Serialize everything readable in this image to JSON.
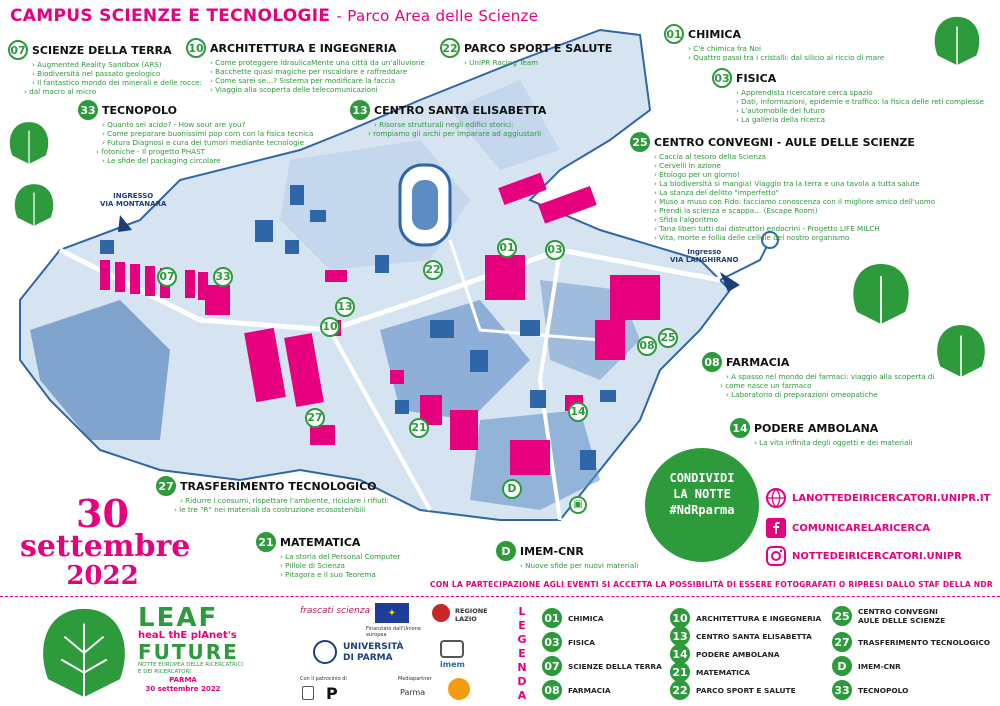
{
  "header": {
    "title": "CAMPUS SCIENZE E TECNOLOGIE",
    "subtitle": "- Parco Area delle Scienze"
  },
  "areas": {
    "a07": {
      "num": "07",
      "name": "SCIENZE DELLA TERRA",
      "items": [
        "Augmented Reality Sandbox (ARS)",
        "Biodiversità nel passato geologico",
        "Il fantastico mondo dei minerali e delle rocce:",
        "dal macro al micro"
      ]
    },
    "a10": {
      "num": "10",
      "name": "ARCHITETTURA E INGEGNERIA",
      "items": [
        "Come proteggere idraulicaMente una città da un'alluvione",
        "Bacchette quasi magiche per riscaldare e raffreddare",
        "Come sarei se…? Sistema per modificare la faccia",
        "Viaggio alla scoperta delle telecomunicazioni"
      ]
    },
    "a22": {
      "num": "22",
      "name": "PARCO SPORT E SALUTE",
      "items": [
        "UniPR Racing Team"
      ]
    },
    "a01": {
      "num": "01",
      "name": "CHIMICA",
      "items": [
        "C'è chimica fra Noi",
        "Quattro passi tra i cristalli: dal silicio al riccio di mare"
      ]
    },
    "a03": {
      "num": "03",
      "name": "FISICA",
      "items": [
        "Apprendista ricercatore cerca spazio",
        "Dati, informazioni, epidemie e traffico: la fisica delle reti complesse",
        "L'automobile del futuro",
        "La galleria della ricerca"
      ]
    },
    "a33": {
      "num": "33",
      "name": "TECNOPOLO",
      "items": [
        "Quanto sei acido? - How sour are you?",
        "Come preparare buonissimi pop corn con la fisica tecnica",
        "Futura Diagnosi e cura dei tumori mediante tecnologie",
        "fotoniche - Il progetto PHAST",
        "Le sfide del packaging circolare"
      ]
    },
    "a13": {
      "num": "13",
      "name": "CENTRO SANTA ELISABETTA",
      "items": [
        "Risorse strutturali negli edifici storici:",
        "rompiamo gli archi  per imparare ad aggiustarli"
      ]
    },
    "a25": {
      "num": "25",
      "name": "CENTRO CONVEGNI - AULE DELLE SCIENZE",
      "items": [
        "Caccia al tesoro della Scienza",
        "Cervelli in azione",
        "Etologo per un giorno!",
        "La biodiversità si mangia! Viaggio tra la terra e una tavola a tutta salute",
        "La stanza del delitto \"imperfetto\"",
        "Muso a muso con Fido: facciamo conoscenza con il migliore amico dell'uomo",
        "Prendi la scienza e scappa… (Escape Room)",
        "Sfida l'algoritmo",
        "Tana liberi tutti dai distruttori endocrini - Progetto LIFE MILCH",
        "Vita, morte e follia delle cellule del nostro organismo"
      ]
    },
    "a08": {
      "num": "08",
      "name": "FARMACIA",
      "items": [
        "A spasso nel mondo dei farmaci: viaggio alla scoperta di",
        "come nasce un farmaco",
        "Laboratorio di preparazioni omeopatiche"
      ]
    },
    "a14": {
      "num": "14",
      "name": "PODERE AMBOLANA",
      "items": [
        "La vita infinita degli oggetti e dei materiali"
      ]
    },
    "a27": {
      "num": "27",
      "name": "TRASFERIMENTO TECNOLOGICO",
      "items": [
        "Ridurre i consumi, rispettare l'ambiente, riciclare i rifiuti:",
        "le tre \"R\" nei materiali da costruzione ecosostenibili"
      ]
    },
    "a21": {
      "num": "21",
      "name": "MATEMATICA",
      "items": [
        "La storia del Personal Computer",
        "Pillole di Scienza",
        "Pitagora e il suo Teorema"
      ]
    },
    "aD": {
      "num": "D",
      "name": "IMEM-CNR",
      "items": [
        "Nuove sfide per nuovi materiali"
      ]
    }
  },
  "map_labels": {
    "montanara_1": "INGRESSO",
    "montanara_2": "VIA MONTANARA",
    "langhirano_1": "Ingresso",
    "langhirano_2": "VIA LANGHIRANO"
  },
  "date": {
    "day": "30",
    "month": "settembre",
    "year": "2022"
  },
  "share": {
    "line1": "CONDIVIDI",
    "line2": "LA NOTTE",
    "line3": "#NdRparma"
  },
  "social": {
    "web": "LANOTTEDEIRICERCATORI.UNIPR.IT",
    "facebook": "COMUNICARELARICERCA",
    "instagram": "NOTTEDEIRICERCATORI.UNIPR"
  },
  "consent": "CON LA PARTECIPAZIONE AGLI EVENTI SI ACCETTA LA POSSIBILITÀ DI ESSERE FOTOGRAFATI O RIPRESI DALLO STAF DELLA NDR",
  "leaf": {
    "l1": "LEAF",
    "l2": "heaL thE plAnet's",
    "l3": "FUTURE",
    "l4": "NOTTE EUROPEA DELLE RICERCATRICI E DEI RICERCATORI",
    "l5a": "PARMA",
    "l5b": "30 settembre 2022"
  },
  "logos": {
    "frascati": "frascati scienza",
    "eu": "Finanziato dall'Unione europea",
    "regione": "REGIONE LAZIO",
    "unipr_1": "UNIVERSITÀ",
    "unipr_2": "DI PARMA",
    "imem": "imem",
    "patrocinio": "Con il patrocinio di",
    "media": "Mediapartner",
    "parma": "Parma"
  },
  "legend": {
    "word": [
      "L",
      "E",
      "G",
      "E",
      "N",
      "D",
      "A"
    ],
    "items": [
      {
        "num": "01",
        "label": "CHIMICA"
      },
      {
        "num": "03",
        "label": "FISICA"
      },
      {
        "num": "07",
        "label": "SCIENZE DELLA TERRA"
      },
      {
        "num": "08",
        "label": "FARMACIA"
      },
      {
        "num": "10",
        "label": "ARCHITETTURA E INGEGNERIA"
      },
      {
        "num": "13",
        "label": "CENTRO SANTA ELISABETTA"
      },
      {
        "num": "14",
        "label": "PODERE AMBOLANA"
      },
      {
        "num": "21",
        "label": "MATEMATICA"
      },
      {
        "num": "22",
        "label": "PARCO SPORT E SALUTE"
      },
      {
        "num": "25",
        "label": "CENTRO CONVEGNI AULE DELLE SCIENZE"
      },
      {
        "num": "27",
        "label": "TRASFERIMENTO TECNOLOGICO"
      },
      {
        "num": "D",
        "label": "IMEM-CNR"
      },
      {
        "num": "33",
        "label": "TECNOPOLO"
      }
    ]
  },
  "colors": {
    "accent": "#e6007e",
    "green": "#2d9a3c",
    "map_blue": "#2f66a8",
    "map_light": "#d6e4f2"
  },
  "icons": [
    "globe-icon",
    "facebook-icon",
    "instagram-icon",
    "bus-icon",
    "leaf-icon"
  ]
}
